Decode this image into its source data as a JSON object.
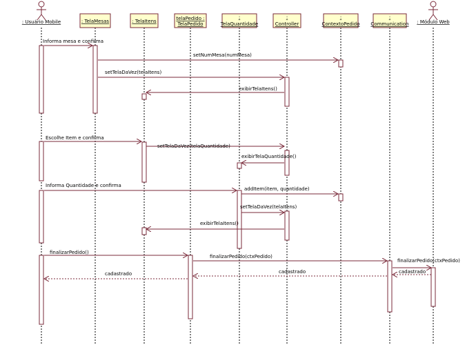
{
  "diagram": {
    "participants": [
      {
        "id": "usuario",
        "label": ": Usuário Mobile",
        "kind": "actor"
      },
      {
        "id": "telamesas",
        "label": ": TelaMesas",
        "kind": "object"
      },
      {
        "id": "telaitens",
        "label": ": TelaItens",
        "kind": "object"
      },
      {
        "id": "telapedido",
        "label": "telaPedido : TelaPedido",
        "kind": "object"
      },
      {
        "id": "telaquantidade",
        "label": ": TelaQuantidade",
        "kind": "object"
      },
      {
        "id": "controller",
        "label": ": Controller",
        "kind": "object"
      },
      {
        "id": "contexto",
        "label": ": ContextoPedido",
        "kind": "object"
      },
      {
        "id": "communication",
        "label": ": Communication",
        "kind": "object"
      },
      {
        "id": "modulo",
        "label": ": Módulo Web",
        "kind": "actor"
      }
    ],
    "messages": [
      {
        "from": "usuario",
        "to": "telamesas",
        "label": "Informa mesa e confirma",
        "type": "sync"
      },
      {
        "from": "telamesas",
        "to": "contexto",
        "label": "setNumMesa(numMesa)",
        "type": "sync"
      },
      {
        "from": "telamesas",
        "to": "controller",
        "label": "setTelaDaVez(telaItens)",
        "type": "sync"
      },
      {
        "from": "controller",
        "to": "telaitens",
        "label": "exibirTelaItens()",
        "type": "sync"
      },
      {
        "from": "usuario",
        "to": "telaitens",
        "label": "Escolhe Item e confirma",
        "type": "sync"
      },
      {
        "from": "telaitens",
        "to": "controller",
        "label": "setTelaDaVez(telaQuantidade)",
        "type": "sync"
      },
      {
        "from": "controller",
        "to": "telaquantidade",
        "label": "exibirTelaQuantidade()",
        "type": "sync"
      },
      {
        "from": "usuario",
        "to": "telaquantidade",
        "label": "Informa Quantidade e confirma",
        "type": "sync"
      },
      {
        "from": "telaquantidade",
        "to": "contexto",
        "label": "addItem(item, quantidade)",
        "type": "sync"
      },
      {
        "from": "telaquantidade",
        "to": "controller",
        "label": "setTelaDaVez(telaItens)",
        "type": "sync"
      },
      {
        "from": "controller",
        "to": "telaitens",
        "label": "exibirTelaItens()",
        "type": "sync"
      },
      {
        "from": "usuario",
        "to": "telapedido",
        "label": "finalizarPedido()",
        "type": "sync"
      },
      {
        "from": "telapedido",
        "to": "communication",
        "label": "finalizarPedido(ctxPedido)",
        "type": "sync"
      },
      {
        "from": "communication",
        "to": "modulo",
        "label": "finalizarPedido(ctxPedido)",
        "type": "sync"
      },
      {
        "from": "modulo",
        "to": "communication",
        "label": "cadastrado",
        "type": "return"
      },
      {
        "from": "communication",
        "to": "telapedido",
        "label": "cadastrado",
        "type": "return"
      },
      {
        "from": "telapedido",
        "to": "usuario",
        "label": "cadastrado",
        "type": "return"
      }
    ]
  },
  "colors": {
    "line": "#7a2a3a",
    "box_fill": "#ffffcc",
    "box_stroke": "#7a2a3a",
    "lifeline": "#000000",
    "activation_fill": "#ffffff"
  }
}
